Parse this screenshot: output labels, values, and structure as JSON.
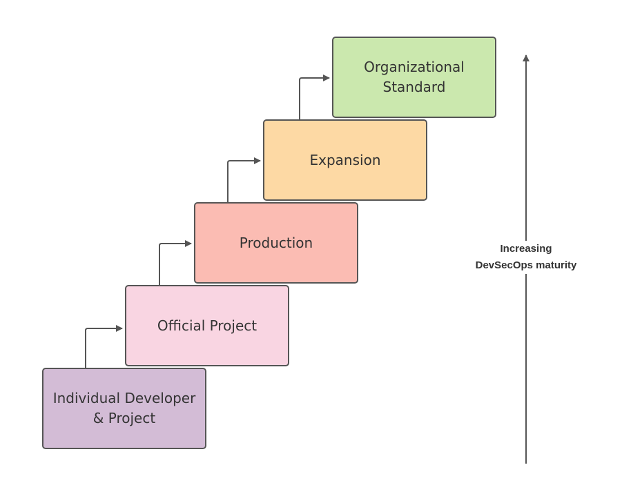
{
  "steps": [
    {
      "label": "Individual Developer\n& Project",
      "color": "#d3bcd6"
    },
    {
      "label": "Official Project",
      "color": "#f9d5e2"
    },
    {
      "label": "Production",
      "color": "#fbbcb3"
    },
    {
      "label": "Expansion",
      "color": "#fdd9a4"
    },
    {
      "label": "Organizational\nStandard",
      "color": "#cbe8ae"
    }
  ],
  "maturity": {
    "line1": "Increasing",
    "line2": "DevSecOps maturity"
  }
}
